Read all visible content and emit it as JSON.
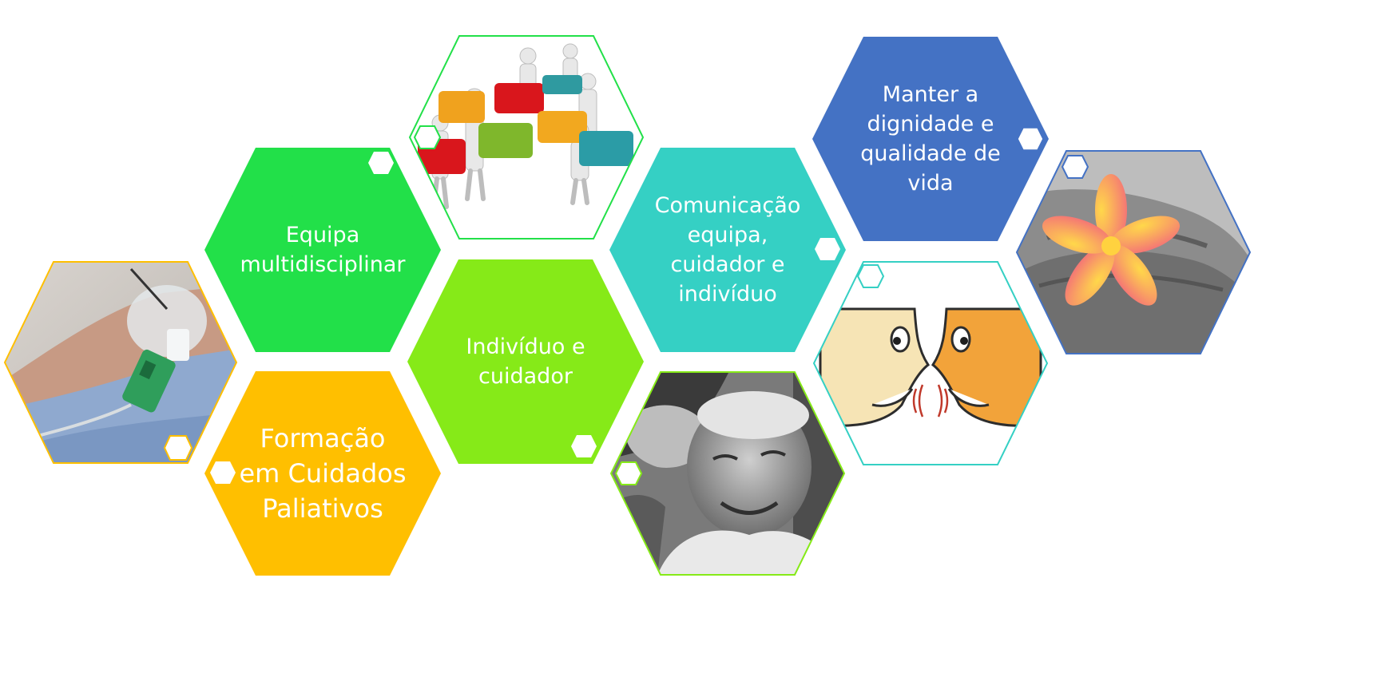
{
  "diagram": {
    "colors": {
      "green": "#22e049",
      "lime": "#86ea18",
      "amber": "#ffbf00",
      "teal": "#35d0c4",
      "blue": "#4472c4",
      "white": "#ffffff"
    },
    "text_hexes": {
      "equipa": {
        "lines": [
          "Equipa",
          "multidisciplinar"
        ],
        "color": "#22e049"
      },
      "individuo": {
        "lines": [
          "Indivíduo e",
          "cuidador"
        ],
        "color": "#86ea18"
      },
      "formacao": {
        "lines": [
          "Formação",
          "em Cuidados",
          "Paliativos"
        ],
        "color": "#ffbf00"
      },
      "comunicacao": {
        "lines": [
          "Comunicação",
          "equipa,",
          "cuidador e",
          "indivíduo"
        ],
        "color": "#35d0c4"
      },
      "manter": {
        "lines": [
          "Manter a",
          "dignidade e",
          "qualidade de",
          "vida"
        ],
        "color": "#4472c4"
      }
    },
    "picture_hexes": [
      {
        "name": "nebulizer-mask-picture",
        "subject": "patient with nebulizer mask",
        "border": "#ffbf00"
      },
      {
        "name": "puzzle-team-picture",
        "subject": "figures assembling puzzle pieces",
        "border": "#22e049"
      },
      {
        "name": "elder-kiss-picture",
        "subject": "caregiver kissing elderly man",
        "border": "#86ea18"
      },
      {
        "name": "speaking-faces-picture",
        "subject": "two faces talking",
        "border": "#35d0c4"
      },
      {
        "name": "flower-hands-picture",
        "subject": "hands holding a flower",
        "border": "#4472c4"
      }
    ]
  }
}
